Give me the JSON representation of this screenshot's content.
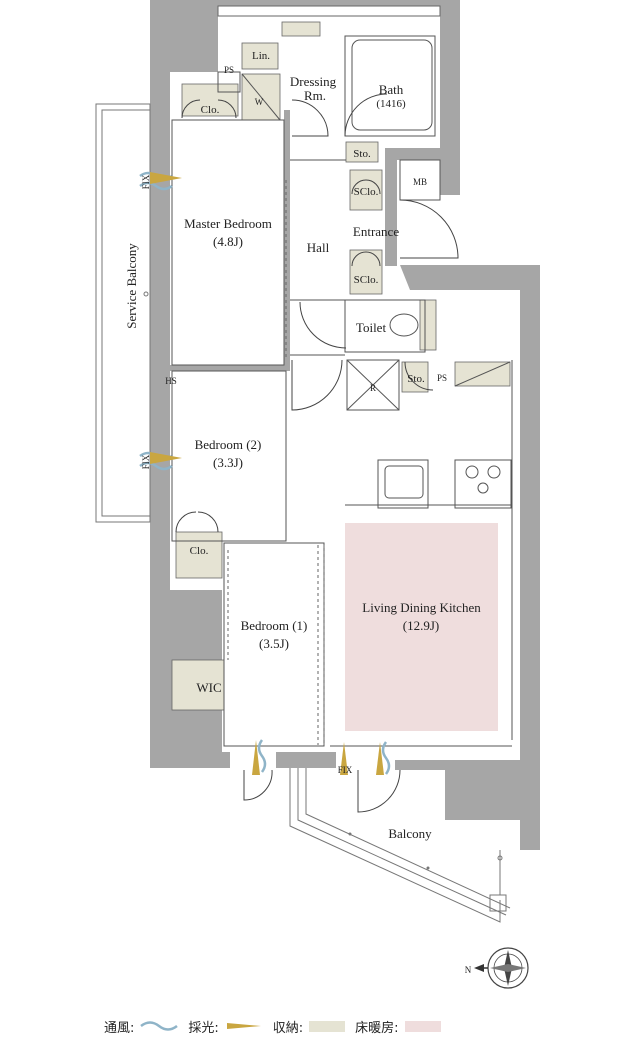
{
  "rooms": {
    "lin": "Lin.",
    "ps_top": "PS",
    "dressing": "Dressing",
    "dressing_rm": "Rm.",
    "w": "W",
    "bath": "Bath",
    "bath_size": "(1416)",
    "clo_master": "Clo.",
    "sto_hall": "Sto.",
    "mb": "MB",
    "sclo_upper": "SClo.",
    "sclo_lower": "SClo.",
    "entrance": "Entrance",
    "hall": "Hall",
    "master_bedroom": "Master Bedroom",
    "master_bedroom_size": "(4.8J)",
    "service_balcony": "Service Balcony",
    "toilet": "Toilet",
    "r": "R",
    "sto_kitchen": "Sto.",
    "ps_kitchen": "PS",
    "hs": "HS",
    "bedroom2": "Bedroom (2)",
    "bedroom2_size": "(3.3J)",
    "clo_bed2": "Clo.",
    "bedroom1": "Bedroom (1)",
    "bedroom1_size": "(3.5J)",
    "ldk": "Living Dining Kitchen",
    "ldk_size": "(12.9J)",
    "wic": "WIC",
    "fix_upper": "FIX",
    "fix_lower": "FIX",
    "fix_bottom": "FIX",
    "balcony": "Balcony",
    "north": "N"
  },
  "legend": {
    "ventilation": "通風:",
    "daylight": "採光:",
    "storage": "収納:",
    "floor_heating": "床暖房:"
  },
  "colors": {
    "wall": "#a6a6a6",
    "storage": "#e5e3d3",
    "floor_heating": "#efdddd",
    "wind": "#8fb4c8",
    "light": "#c9a640"
  }
}
